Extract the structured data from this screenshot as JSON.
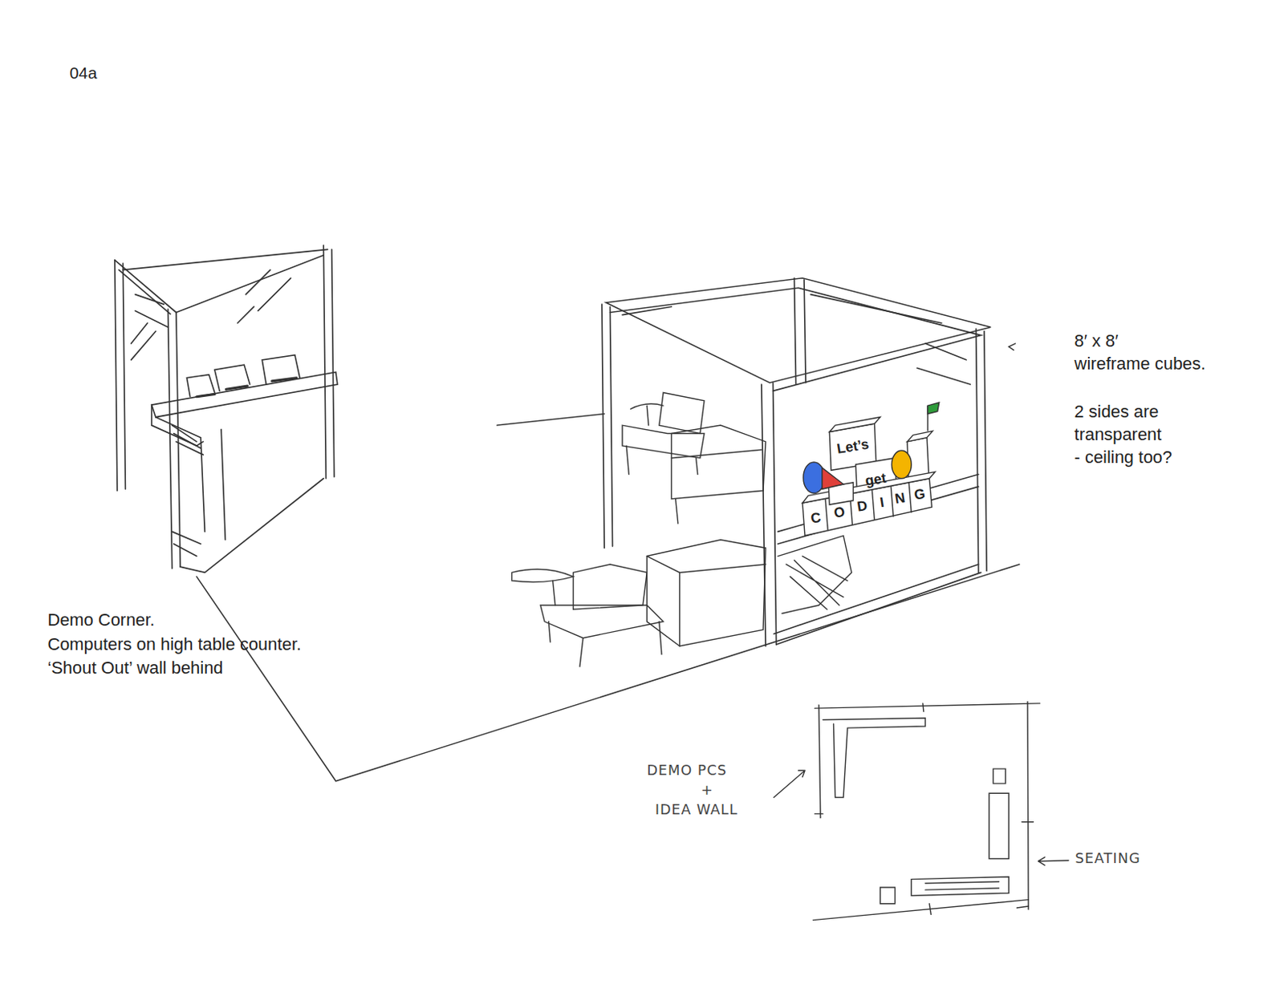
{
  "diagram": {
    "labels": [
      "04a",
      "8′ x 8′",
      "wireframe cubes.",
      "2 sides are",
      "transparent",
      "- ceiling too?",
      "Let’s",
      "get",
      "C",
      "O",
      "D",
      "I",
      "N",
      "G",
      "Demo Corner.",
      "Computers on high table counter.",
      "‘Shout Out’ wall behind",
      "DEMO PCS",
      "+",
      "IDEA WALL",
      "SEATING"
    ]
  }
}
